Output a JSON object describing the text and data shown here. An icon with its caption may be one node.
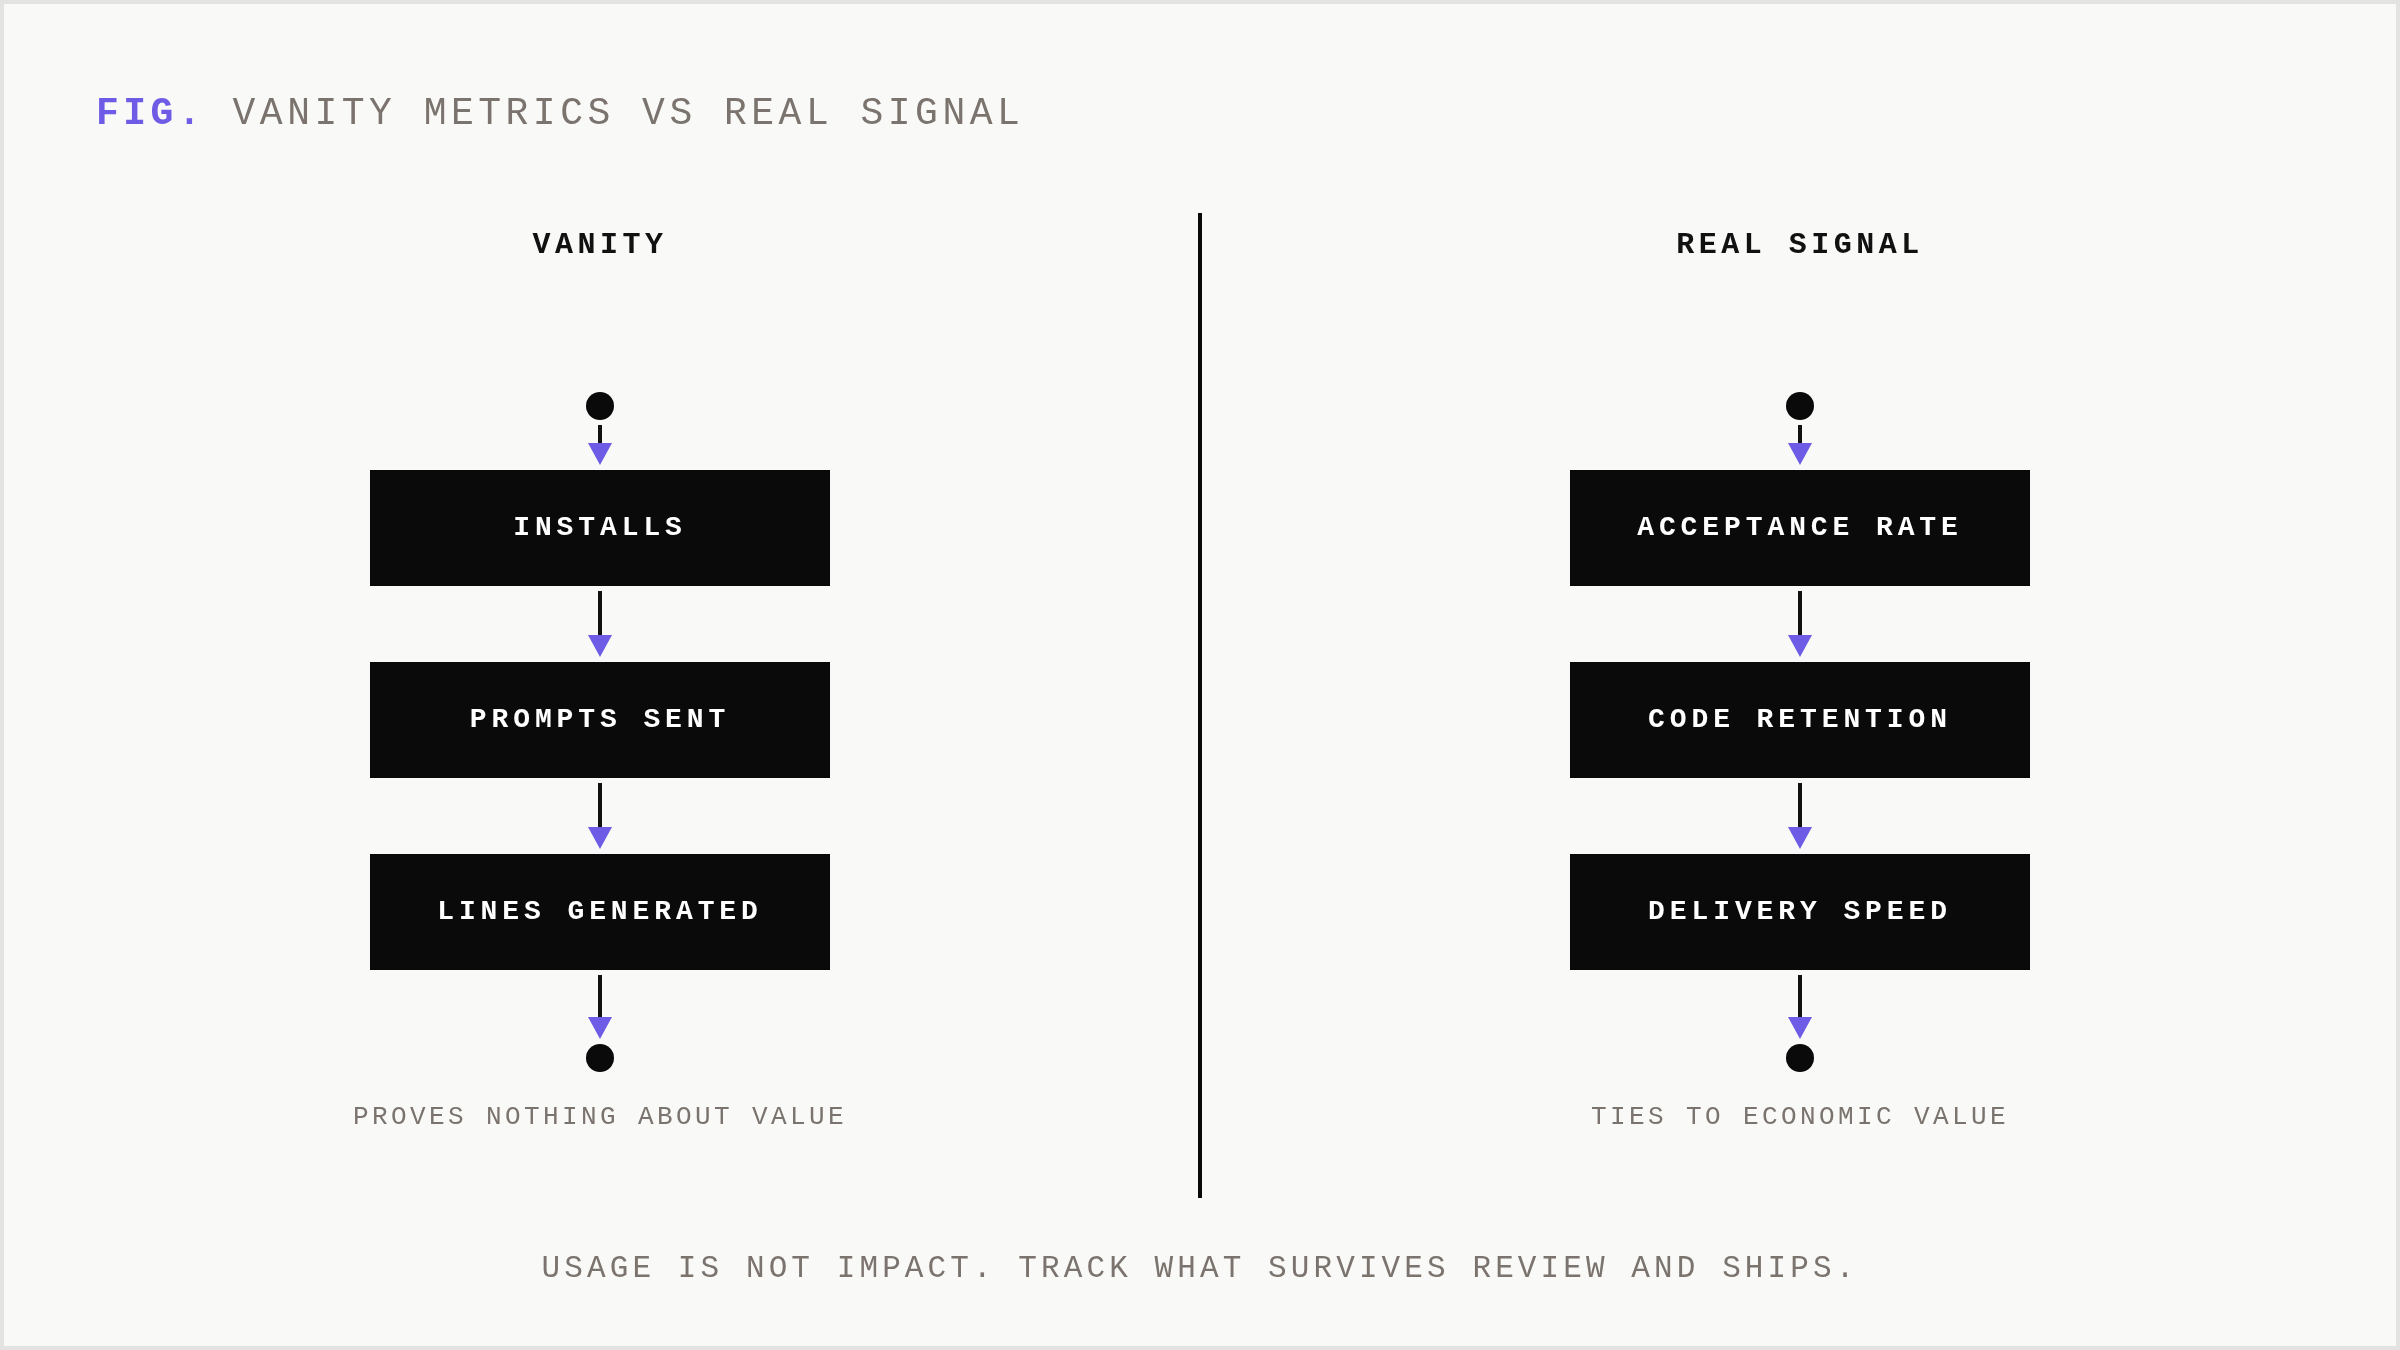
{
  "diagram": {
    "title": "**FIG.** VANITY METRICS VS REAL SIGNAL",
    "caption": "USAGE IS NOT IMPACT. TRACK WHAT SURVIVES REVIEW AND SHIPS.",
    "nodes": [
      {
        "text": [],
        "shape": "circle"
      },
      {
        "text": [
          "INSTALLS"
        ]
      },
      {
        "text": [
          "PROMPTS SENT"
        ]
      },
      {
        "text": [
          "LINES GENERATED"
        ]
      },
      {
        "text": [],
        "shape": "circle",
        "beside": [
          "PROVES NOTHING ABOUT VALUE"
        ]
      },
      {
        "text": [],
        "shape": "circle"
      },
      {
        "text": [
          "ACCEPTANCE RATE"
        ]
      },
      {
        "text": [
          "CODE RETENTION"
        ]
      },
      {
        "text": [
          "DELIVERY SPEED"
        ]
      },
      {
        "text": [],
        "shape": "circle",
        "beside": [
          "TIES TO ECONOMIC VALUE"
        ]
      }
    ],
    "edges": [
      {
        "from": 0,
        "to": 1,
        "arrow": "to"
      },
      {
        "from": 1,
        "to": 2,
        "arrow": "to"
      },
      {
        "from": 2,
        "to": 3,
        "arrow": "to"
      },
      {
        "from": 3,
        "to": 4,
        "arrow": "to"
      },
      {
        "from": 5,
        "to": 6,
        "arrow": "to"
      },
      {
        "from": 6,
        "to": 7,
        "arrow": "to"
      },
      {
        "from": 7,
        "to": 8,
        "arrow": "to"
      },
      {
        "from": 8,
        "to": 9,
        "arrow": "to"
      }
    ],
    "labels": [
      "VANITY",
      "REAL SIGNAL"
    ]
  }
}
